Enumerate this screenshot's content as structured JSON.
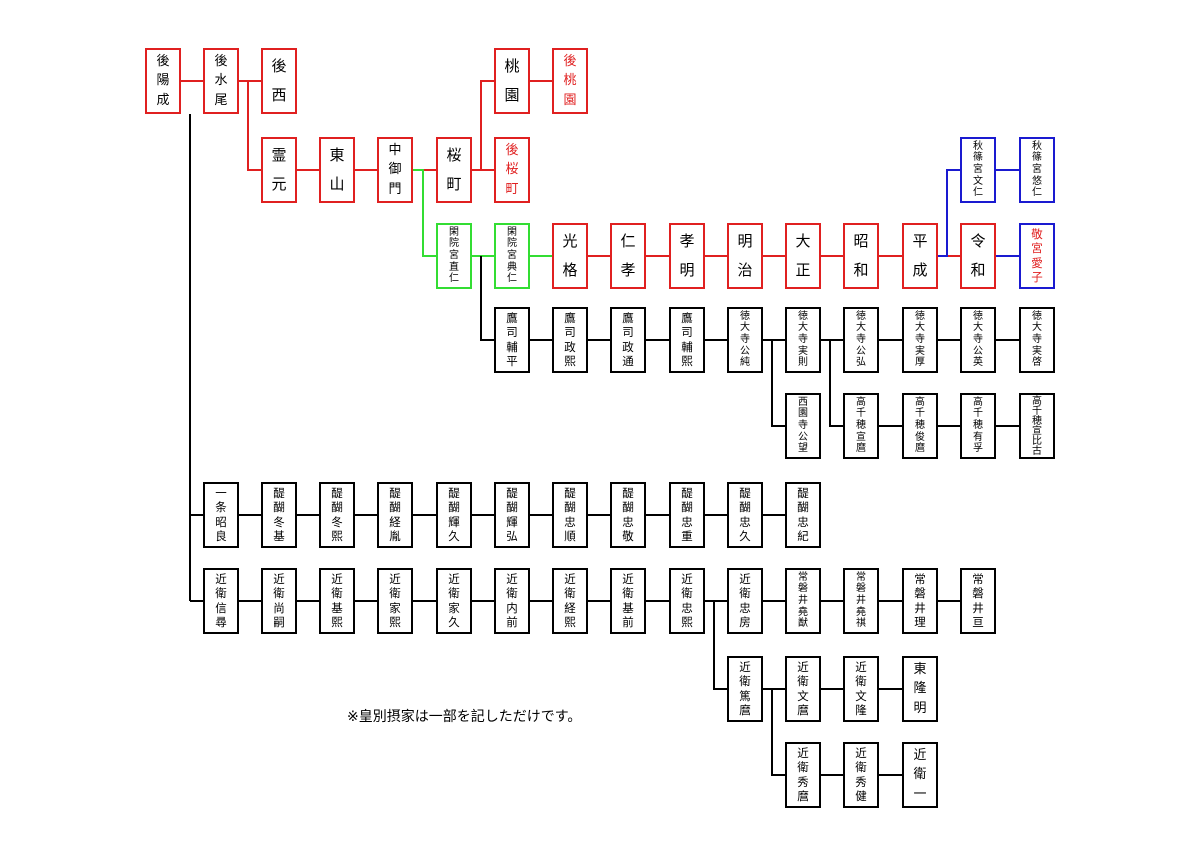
{
  "colors": {
    "red": "#e02020",
    "green": "#33dd33",
    "blue": "#1a1ad0",
    "black": "#000000"
  },
  "note": "※皇別摂家は一部を記しただけです。",
  "nodes": [
    {
      "id": "goyozei",
      "name": "後陽成",
      "color": "red"
    },
    {
      "id": "gomizunoo",
      "name": "後水尾",
      "color": "red"
    },
    {
      "id": "gosai",
      "name": "後西",
      "color": "red"
    },
    {
      "id": "momozono",
      "name": "桃園",
      "color": "red"
    },
    {
      "id": "gomomozono",
      "name": "後桃園",
      "color": "red",
      "textRed": true
    },
    {
      "id": "reigen",
      "name": "霊元",
      "color": "red"
    },
    {
      "id": "higashiyama",
      "name": "東山",
      "color": "red"
    },
    {
      "id": "nakamikado",
      "name": "中御門",
      "color": "red"
    },
    {
      "id": "sakuramachi",
      "name": "桜町",
      "color": "red"
    },
    {
      "id": "gosakuramachi",
      "name": "後桜町",
      "color": "red",
      "textRed": true
    },
    {
      "id": "akishino-fumihito",
      "name": "秋篠宮文仁",
      "color": "blue"
    },
    {
      "id": "akishino-hisahito",
      "name": "秋篠宮悠仁",
      "color": "blue"
    },
    {
      "id": "kanin-naohito",
      "name": "閑院宮直仁",
      "color": "green"
    },
    {
      "id": "kanin-sukehito",
      "name": "閑院宮典仁",
      "color": "green"
    },
    {
      "id": "kokaku",
      "name": "光格",
      "color": "red"
    },
    {
      "id": "ninko",
      "name": "仁孝",
      "color": "red"
    },
    {
      "id": "komei",
      "name": "孝明",
      "color": "red"
    },
    {
      "id": "meiji",
      "name": "明治",
      "color": "red"
    },
    {
      "id": "taisho",
      "name": "大正",
      "color": "red"
    },
    {
      "id": "showa",
      "name": "昭和",
      "color": "red"
    },
    {
      "id": "heisei",
      "name": "平成",
      "color": "red"
    },
    {
      "id": "reiwa",
      "name": "令和",
      "color": "red"
    },
    {
      "id": "toshinomiya",
      "name": "敬宮愛子",
      "color": "blue",
      "textRed": true
    },
    {
      "id": "takatsukasa-sukehira",
      "name": "鷹司輔平",
      "color": "black"
    },
    {
      "id": "takatsukasa-masahiro",
      "name": "鷹司政熙",
      "color": "black"
    },
    {
      "id": "takatsukasa-masamichi",
      "name": "鷹司政通",
      "color": "black"
    },
    {
      "id": "takatsukasa-sukehiro",
      "name": "鷹司輔熙",
      "color": "black"
    },
    {
      "id": "tokudaiji-kinito",
      "name": "徳大寺公純",
      "color": "black"
    },
    {
      "id": "tokudaiji-sanetsune",
      "name": "徳大寺実則",
      "color": "black"
    },
    {
      "id": "tokudaiji-kinhiro",
      "name": "徳大寺公弘",
      "color": "black"
    },
    {
      "id": "tokudaiji-saneatsu",
      "name": "徳大寺実厚",
      "color": "black"
    },
    {
      "id": "tokudaiji-kinhide",
      "name": "徳大寺公英",
      "color": "black"
    },
    {
      "id": "tokudaiji-sanehiro",
      "name": "徳大寺実啓",
      "color": "black"
    },
    {
      "id": "saionji-kinmochi",
      "name": "西園寺公望",
      "color": "black"
    },
    {
      "id": "takachiho-nobumaro",
      "name": "高千穂宣麿",
      "color": "black"
    },
    {
      "id": "takachiho-toshimaro",
      "name": "高千穂俊麿",
      "color": "black"
    },
    {
      "id": "takachiho-arimoto",
      "name": "高千穂有孚",
      "color": "black"
    },
    {
      "id": "takachiho-nobuhiko",
      "name": "高千穂宣比古",
      "color": "black"
    },
    {
      "id": "ichijo-akiyoshi",
      "name": "一条昭良",
      "color": "black"
    },
    {
      "id": "daigo-fuyumoto",
      "name": "醍醐冬基",
      "color": "black"
    },
    {
      "id": "daigo-fuyuhiro",
      "name": "醍醐冬熙",
      "color": "black"
    },
    {
      "id": "daigo-tsunefusa",
      "name": "醍醐経胤",
      "color": "black"
    },
    {
      "id": "daigo-teruhisa",
      "name": "醍醐輝久",
      "color": "black"
    },
    {
      "id": "daigo-teruhiro",
      "name": "醍醐輝弘",
      "color": "black"
    },
    {
      "id": "daigo-tadayuki",
      "name": "醍醐忠順",
      "color": "black"
    },
    {
      "id": "daigo-tadaosa",
      "name": "醍醐忠敬",
      "color": "black"
    },
    {
      "id": "daigo-tadashige",
      "name": "醍醐忠重",
      "color": "black"
    },
    {
      "id": "daigo-tadahisa",
      "name": "醍醐忠久",
      "color": "black"
    },
    {
      "id": "daigo-tadanori",
      "name": "醍醐忠紀",
      "color": "black"
    },
    {
      "id": "konoe-nobuhiro",
      "name": "近衛信尋",
      "color": "black"
    },
    {
      "id": "konoe-hisatsugu",
      "name": "近衛尚嗣",
      "color": "black"
    },
    {
      "id": "konoe-motohiro",
      "name": "近衛基熙",
      "color": "black"
    },
    {
      "id": "konoe-iehiro",
      "name": "近衛家熙",
      "color": "black"
    },
    {
      "id": "konoe-iehisa",
      "name": "近衛家久",
      "color": "black"
    },
    {
      "id": "konoe-uchisaki",
      "name": "近衛内前",
      "color": "black"
    },
    {
      "id": "konoe-tsunehiro",
      "name": "近衛経熙",
      "color": "black"
    },
    {
      "id": "konoe-motosaki",
      "name": "近衛基前",
      "color": "black"
    },
    {
      "id": "konoe-tadahiro",
      "name": "近衛忠熙",
      "color": "black"
    },
    {
      "id": "konoe-tadafusa",
      "name": "近衛忠房",
      "color": "black"
    },
    {
      "id": "tokiwai-takanori",
      "name": "常磐井堯猷",
      "color": "black"
    },
    {
      "id": "tokiwai-gyoki",
      "name": "常磐井堯祺",
      "color": "black"
    },
    {
      "id": "tokiwai-osamu",
      "name": "常磐井理",
      "color": "black"
    },
    {
      "id": "tokiwai-wataru",
      "name": "常磐井亘",
      "color": "black"
    },
    {
      "id": "konoe-atsumaro",
      "name": "近衛篤麿",
      "color": "black"
    },
    {
      "id": "konoe-fumimaro",
      "name": "近衛文麿",
      "color": "black"
    },
    {
      "id": "konoe-fumitaka",
      "name": "近衛文隆",
      "color": "black"
    },
    {
      "id": "higashi-takaaki",
      "name": "東隆明",
      "color": "black"
    },
    {
      "id": "konoe-hidemaro",
      "name": "近衛秀麿",
      "color": "black"
    },
    {
      "id": "konoe-hidetake",
      "name": "近衛秀健",
      "color": "black"
    },
    {
      "id": "konoe-hajime",
      "name": "近衛一",
      "color": "black"
    }
  ]
}
